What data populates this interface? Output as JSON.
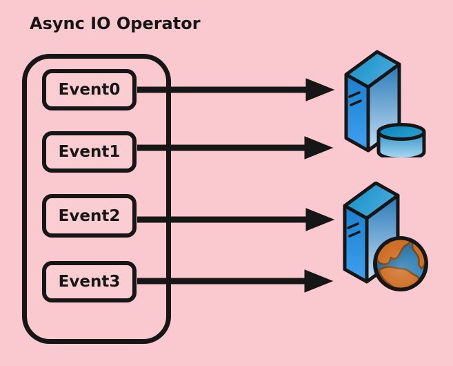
{
  "title": "Async IO Operator",
  "colors": {
    "background": "#FAC8CF",
    "stroke": "#161616",
    "event_box_fill": "#FACDD3",
    "server_face_dark": "#2A7AB8",
    "server_face_light": "#C4DEF5",
    "server_left_dark": "#1B80CE",
    "server_left_light": "#3FA0F0",
    "server_top_dark": "#0C90C2",
    "server_top_light": "#4BA8DC",
    "cylinder_top": "#0A7FB5",
    "globe_ocean_dark": "#1C5880",
    "globe_ocean_light": "#3E96CC",
    "globe_land": "#CE6F26",
    "globe_land_outline": "#7E450E"
  },
  "operator": {
    "events": [
      {
        "label": "Event0"
      },
      {
        "label": "Event1"
      },
      {
        "label": "Event2"
      },
      {
        "label": "Event3"
      }
    ]
  },
  "servers": [
    {
      "id": "database-server",
      "accessory": "database-cylinder"
    },
    {
      "id": "web-server",
      "accessory": "globe"
    }
  ],
  "arrows": [
    {
      "from": "Event0",
      "to": "database-server"
    },
    {
      "from": "Event1",
      "to": "database-server"
    },
    {
      "from": "Event2",
      "to": "web-server"
    },
    {
      "from": "Event3",
      "to": "web-server"
    }
  ]
}
